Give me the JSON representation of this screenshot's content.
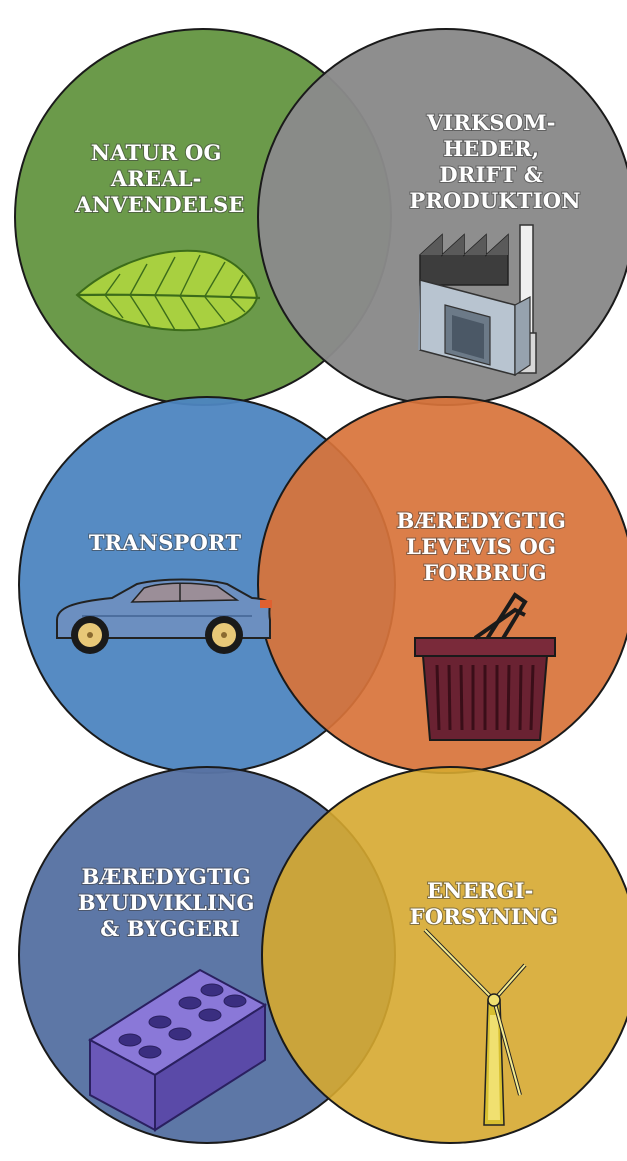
{
  "colors": {
    "natur": "#6b9a4a",
    "virksomheder": "#8a8a8a",
    "transport": "#4d85c0",
    "levevis": "#d8733a",
    "byudvikling": "#5873a3",
    "energi": "#d6a930",
    "outline": "#1a1a1a"
  },
  "topics": [
    {
      "id": "natur",
      "lines": [
        "NATUR OG",
        "AREAL-",
        "ANVENDELSE"
      ],
      "icon": "leaf-icon"
    },
    {
      "id": "virksomheder",
      "lines": [
        "VIRKSOM-",
        "HEDER,",
        "DRIFT &",
        "PRODUKTION"
      ],
      "icon": "factory-icon"
    },
    {
      "id": "transport",
      "lines": [
        "TRANSPORT"
      ],
      "icon": "car-icon"
    },
    {
      "id": "levevis",
      "lines": [
        "BÆREDYGTIG",
        "LEVEVIS OG",
        "FORBRUG"
      ],
      "icon": "shopping-basket-icon"
    },
    {
      "id": "byudvikling",
      "lines": [
        "BÆREDYGTIG",
        "BYUDVIKLING",
        "& BYGGERI"
      ],
      "icon": "brick-icon"
    },
    {
      "id": "energi",
      "lines": [
        "ENERGI-",
        "FORSYNING"
      ],
      "icon": "wind-turbine-icon"
    }
  ]
}
